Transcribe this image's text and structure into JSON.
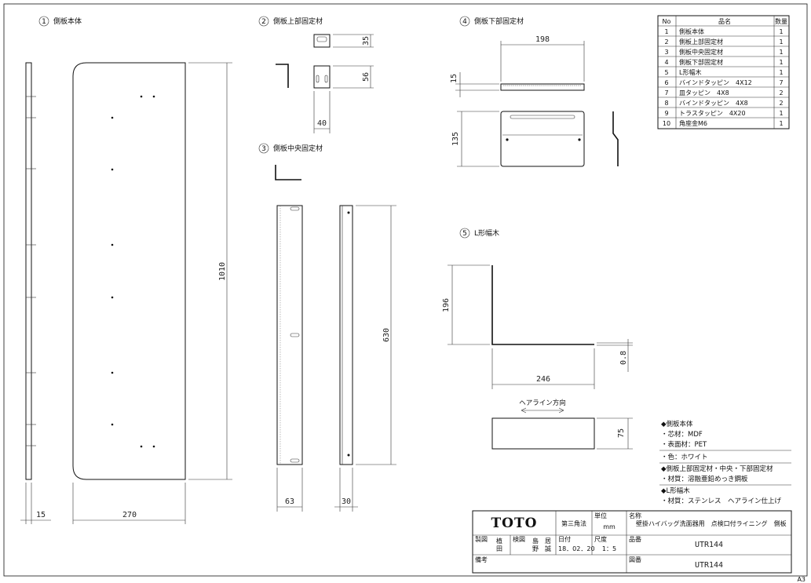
{
  "parts": {
    "p1": {
      "num": "1",
      "name": "側板本体"
    },
    "p2": {
      "num": "2",
      "name": "側板上部固定材"
    },
    "p3": {
      "num": "3",
      "name": "側板中央固定材"
    },
    "p4": {
      "num": "4",
      "name": "側板下部固定材"
    },
    "p5": {
      "num": "5",
      "name": "L形幅木"
    }
  },
  "dims": {
    "d15": "15",
    "d270": "270",
    "d1010": "1010",
    "d35": "35",
    "d56": "56",
    "d40": "40",
    "d630": "630",
    "d63": "63",
    "d30": "30",
    "d198": "198",
    "d15b": "15",
    "d135": "135",
    "d196": "196",
    "d246": "246",
    "d08": "0.8",
    "d75": "75"
  },
  "hairline": "ヘアライン方向",
  "bom": {
    "header": {
      "no": "No",
      "name": "品名",
      "qty": "数量"
    },
    "rows": [
      {
        "no": "1",
        "name": "側板本体",
        "qty": "1"
      },
      {
        "no": "2",
        "name": "側板上部固定材",
        "qty": "1"
      },
      {
        "no": "3",
        "name": "側板中央固定材",
        "qty": "1"
      },
      {
        "no": "4",
        "name": "側板下部固定材",
        "qty": "1"
      },
      {
        "no": "5",
        "name": "L形幅木",
        "qty": "1"
      },
      {
        "no": "6",
        "name": "バインドタッピン　4X12",
        "qty": "7"
      },
      {
        "no": "7",
        "name": "皿タッピン　4X8",
        "qty": "2"
      },
      {
        "no": "8",
        "name": "バインドタッピン　4X8",
        "qty": "2"
      },
      {
        "no": "9",
        "name": "トラスタッピン　4X20",
        "qty": "1"
      },
      {
        "no": "10",
        "name": "角座金M6",
        "qty": "1"
      }
    ]
  },
  "notes": [
    "◆側板本体",
    "・芯材：MDF",
    "・表面材：PET",
    "・色：ホワイト",
    "◆側板上部固定材・中央・下部固定材",
    "・材質：溶融亜鉛めっき鋼板",
    "◆L形幅木",
    "・材質：ステンレス　ヘアライン仕上げ"
  ],
  "titleblock": {
    "logo": "TOTO",
    "projection": "第三角法",
    "unit_label": "単位",
    "unit": "mm",
    "name_label": "名称",
    "name": "壁掛ハイバッグ洗面器用　点検口付ライニング　側板",
    "drawn_label": "製図",
    "drawn_1": "植",
    "drawn_2": "田",
    "checked_label": "検図",
    "checked_1": "島　居",
    "checked_2": "野　誠",
    "date_label": "日付",
    "date": "18．02．20",
    "scale_label": "尺度",
    "scale": "1：5",
    "part_label": "品番",
    "part_no": "UTR144",
    "remarks_label": "備考",
    "drawing_label": "図番",
    "drawing_no": "UTR144"
  },
  "sheet_size": "A3"
}
